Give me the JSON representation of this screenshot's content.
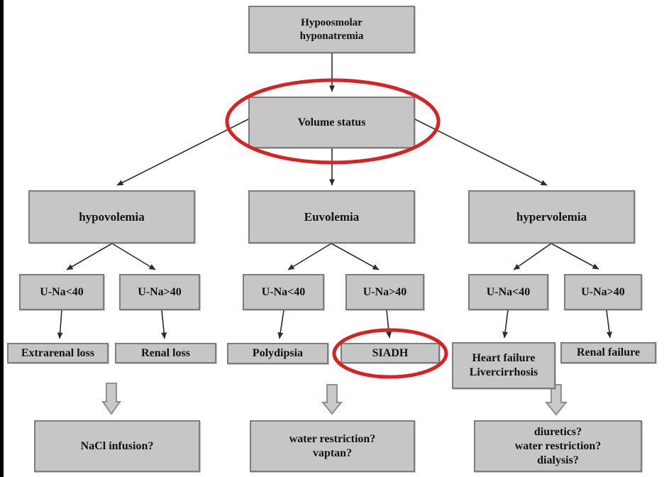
{
  "colors": {
    "background": "#ffffff",
    "node_fill": "#c6c6c6",
    "node_border": "#7d7d7d",
    "highlight_ring": "#d92121",
    "connector": "#2b2b2b",
    "frame": "#000000",
    "text": "#111111",
    "blockarrow_fill": "#c9c9c9",
    "blockarrow_border": "#8f8f8f"
  },
  "nodes": {
    "root": {
      "label": "Hypoosmolar\nhyponatremia"
    },
    "volume_status": {
      "label": "Volume status",
      "highlighted": true
    },
    "hypovolemia": {
      "label": "hypovolemia"
    },
    "euvolemia": {
      "label": "Euvolemia"
    },
    "hypervolemia": {
      "label": "hypervolemia"
    },
    "una_hypo_low": {
      "label": "U-Na<40"
    },
    "una_hypo_high": {
      "label": "U-Na>40"
    },
    "una_eu_low": {
      "label": "U-Na<40"
    },
    "una_eu_high": {
      "label": "U-Na>40"
    },
    "una_hyper_low": {
      "label": "U-Na<40"
    },
    "una_hyper_high": {
      "label": "U-Na>40"
    },
    "extrarenal_loss": {
      "label": "Extrarenal loss"
    },
    "renal_loss": {
      "label": "Renal loss"
    },
    "polydipsia": {
      "label": "Polydipsia"
    },
    "siadh": {
      "label": "SIADH",
      "highlighted": true
    },
    "heart_failure": {
      "label": "Heart failure\nLivercirrhosis"
    },
    "renal_failure": {
      "label": "Renal failure"
    },
    "treatment_hypovolemia": {
      "label": "NaCl infusion?"
    },
    "treatment_euvolemia": {
      "label": "water restriction?\nvaptan?"
    },
    "treatment_hypervolemia": {
      "label": "diuretics?\nwater restriction?\ndialysis?"
    }
  }
}
